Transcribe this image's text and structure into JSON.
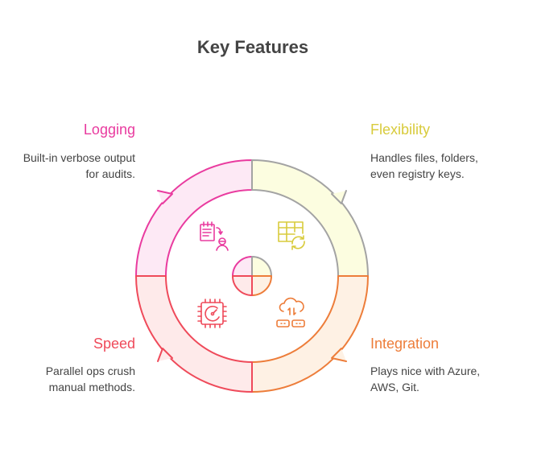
{
  "title": "Key Features",
  "features": [
    {
      "heading": "Logging",
      "line1": "Built-in verbose output",
      "line2": "for audits.",
      "color": "#e93b9f",
      "icon": "log-user-icon"
    },
    {
      "heading": "Flexibility",
      "line1": "Handles files, folders,",
      "line2": "even registry keys.",
      "color": "#d8cb3c",
      "icon": "table-sync-icon"
    },
    {
      "heading": "Speed",
      "line1": "Parallel ops crush",
      "line2": "manual methods.",
      "color": "#ef4a5a",
      "icon": "cpu-gauge-icon"
    },
    {
      "heading": "Integration",
      "line1": "Plays nice with Azure,",
      "line2": "AWS, Git.",
      "color": "#ed7d3a",
      "icon": "cloud-server-icon"
    }
  ]
}
